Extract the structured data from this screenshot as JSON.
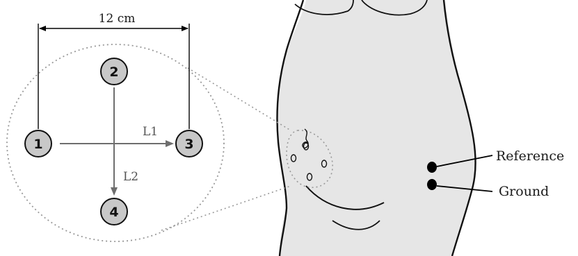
{
  "dimension": {
    "label": "12 cm"
  },
  "electrodes": [
    {
      "number": "1"
    },
    {
      "number": "2"
    },
    {
      "number": "3"
    },
    {
      "number": "4"
    }
  ],
  "leads": [
    {
      "label": "L1"
    },
    {
      "label": "L2"
    }
  ],
  "references": [
    {
      "label": "Reference"
    },
    {
      "label": "Ground"
    }
  ],
  "colors": {
    "skin": "#e6e6e6",
    "electrode_fill": "#c8c8c8",
    "marker": "#000000",
    "lead_arrow": "#7a7a7a"
  }
}
